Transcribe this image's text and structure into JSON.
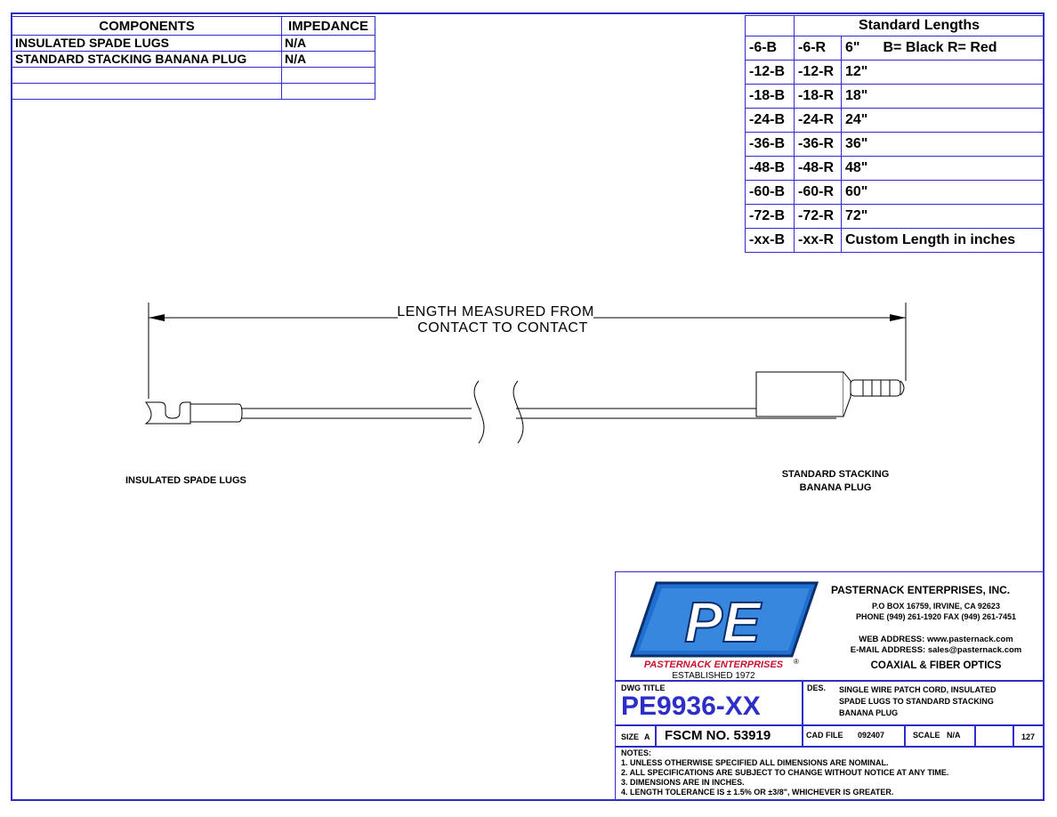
{
  "components_table": {
    "headers": [
      "COMPONENTS",
      "IMPEDANCE"
    ],
    "rows": [
      [
        "INSULATED SPADE LUGS",
        "N/A"
      ],
      [
        "STANDARD STACKING BANANA  PLUG",
        "N/A"
      ],
      [
        "",
        ""
      ],
      [
        "",
        ""
      ]
    ]
  },
  "lengths_table": {
    "title": "Standard Lengths",
    "rows": [
      [
        "-6-B",
        "-6-R",
        "6\"",
        "B= Black  R= Red"
      ],
      [
        "-12-B",
        "-12-R",
        "12\""
      ],
      [
        "-18-B",
        "-18-R",
        "18\""
      ],
      [
        "-24-B",
        "-24-R",
        "24\""
      ],
      [
        "-36-B",
        "-36-R",
        "36\""
      ],
      [
        "-48-B",
        "-48-R",
        "48\""
      ],
      [
        "-60-B",
        "-60-R",
        "60\""
      ],
      [
        "-72-B",
        "-72-R",
        "72\""
      ],
      [
        "-xx-B",
        "-xx-R",
        "Custom Length in inches"
      ]
    ]
  },
  "drawing": {
    "dimension_line1": "LENGTH MEASURED FROM",
    "dimension_line2": "CONTACT TO CONTACT",
    "left_label": "INSULATED SPADE LUGS",
    "right_label_line1": "STANDARD STACKING",
    "right_label_line2": "BANANA PLUG"
  },
  "title_block": {
    "logo_text": "PE",
    "logo_company": "PASTERNACK ENTERPRISES",
    "logo_reg": "®",
    "logo_established": "ESTABLISHED 1972",
    "company": "PASTERNACK ENTERPRISES, INC.",
    "address": "P.O BOX 16759, IRVINE, CA 92623",
    "phone": "PHONE (949) 261-1920 FAX (949) 261-7451",
    "web": "WEB ADDRESS: www.pasternack.com",
    "email": "E-MAIL ADDRESS: sales@pasternack.com",
    "tagline": "COAXIAL & FIBER OPTICS",
    "dwg_title_label": "DWG TITLE",
    "dwg_number": "PE9936-XX",
    "des_label": "DES.",
    "description_1": "SINGLE WIRE PATCH CORD, INSULATED",
    "description_2": "SPADE LUGS TO STANDARD STACKING",
    "description_3": "BANANA  PLUG",
    "size_label": "SIZE",
    "size_value": "A",
    "fscm": "FSCM NO.  53919",
    "cad_file_label": "CAD FILE",
    "cad_file_value": "092407",
    "scale_label": "SCALE",
    "scale_value": "N/A",
    "sheet": "127"
  },
  "notes": {
    "title": "NOTES:",
    "items": [
      "1.  UNLESS OTHERWISE SPECIFIED ALL DIMENSIONS ARE NOMINAL.",
      "2.  ALL SPECIFICATIONS ARE SUBJECT TO CHANGE WITHOUT NOTICE AT ANY TIME.",
      "3.  DIMENSIONS ARE IN INCHES.",
      "4.  LENGTH TOLERANCE IS ± 1.5% OR ±3/8\", WHICHEVER IS GREATER."
    ]
  },
  "colors": {
    "border": "#2d2ec8",
    "logo_blue": "#1e6fd0",
    "logo_red": "#c8102e"
  }
}
